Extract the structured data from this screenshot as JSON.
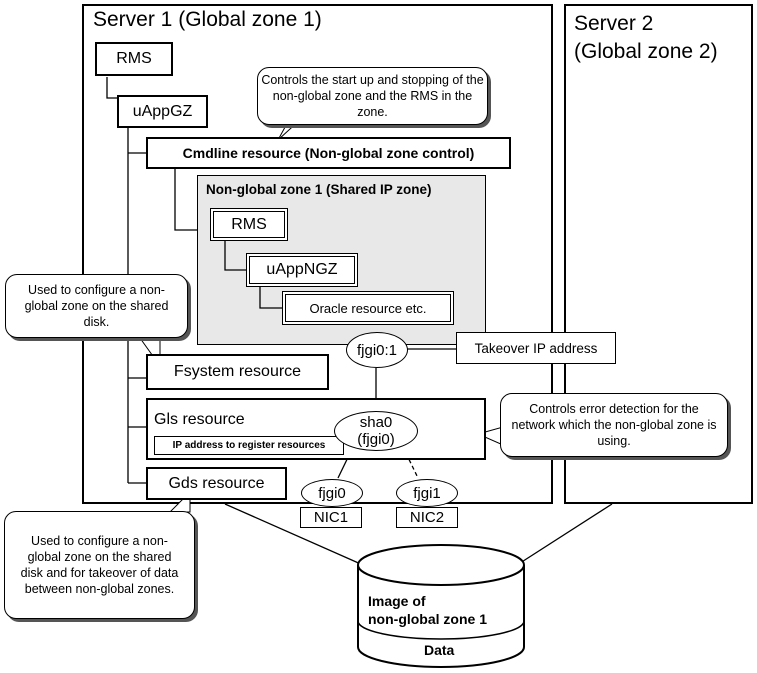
{
  "server1": {
    "title": "Server 1 (Global zone 1)"
  },
  "server2": {
    "title_line1": "Server 2",
    "title_line2": "(Global zone 2)"
  },
  "nodes": {
    "rms_global": "RMS",
    "uappgz": "uAppGZ",
    "cmdline": "Cmdline resource (Non-global zone control)",
    "ngz_title": "Non-global zone 1 (Shared IP zone)",
    "rms_ngz": "RMS",
    "uappngz": "uAppNGZ",
    "oracle": "Oracle resource etc.",
    "fsystem": "Fsystem resource",
    "gls": "Gls resource",
    "gls_ip": "IP address to register resources",
    "gds": "Gds resource",
    "fjgi01": "fjgi0:1",
    "sha0_line1": "sha0",
    "sha0_line2": "(fjgi0)",
    "fjgi0": "fjgi0",
    "fjgi1": "fjgi1",
    "nic1": "NIC1",
    "nic2": "NIC2",
    "takeover": "Takeover IP address"
  },
  "callouts": {
    "start_stop": "Controls the start up and stopping of the non-global zone and the RMS in the zone.",
    "fsystem_note": "Used to configure a non-global zone on the shared disk.",
    "gls_note": "Controls error detection for the network which the non-global zone is using.",
    "gds_note": "Used to configure a non-global zone on the shared disk and for takeover of data between non-global zones."
  },
  "disk": {
    "label_line1": "Image of",
    "label_line2": "non-global zone 1",
    "data": "Data"
  }
}
